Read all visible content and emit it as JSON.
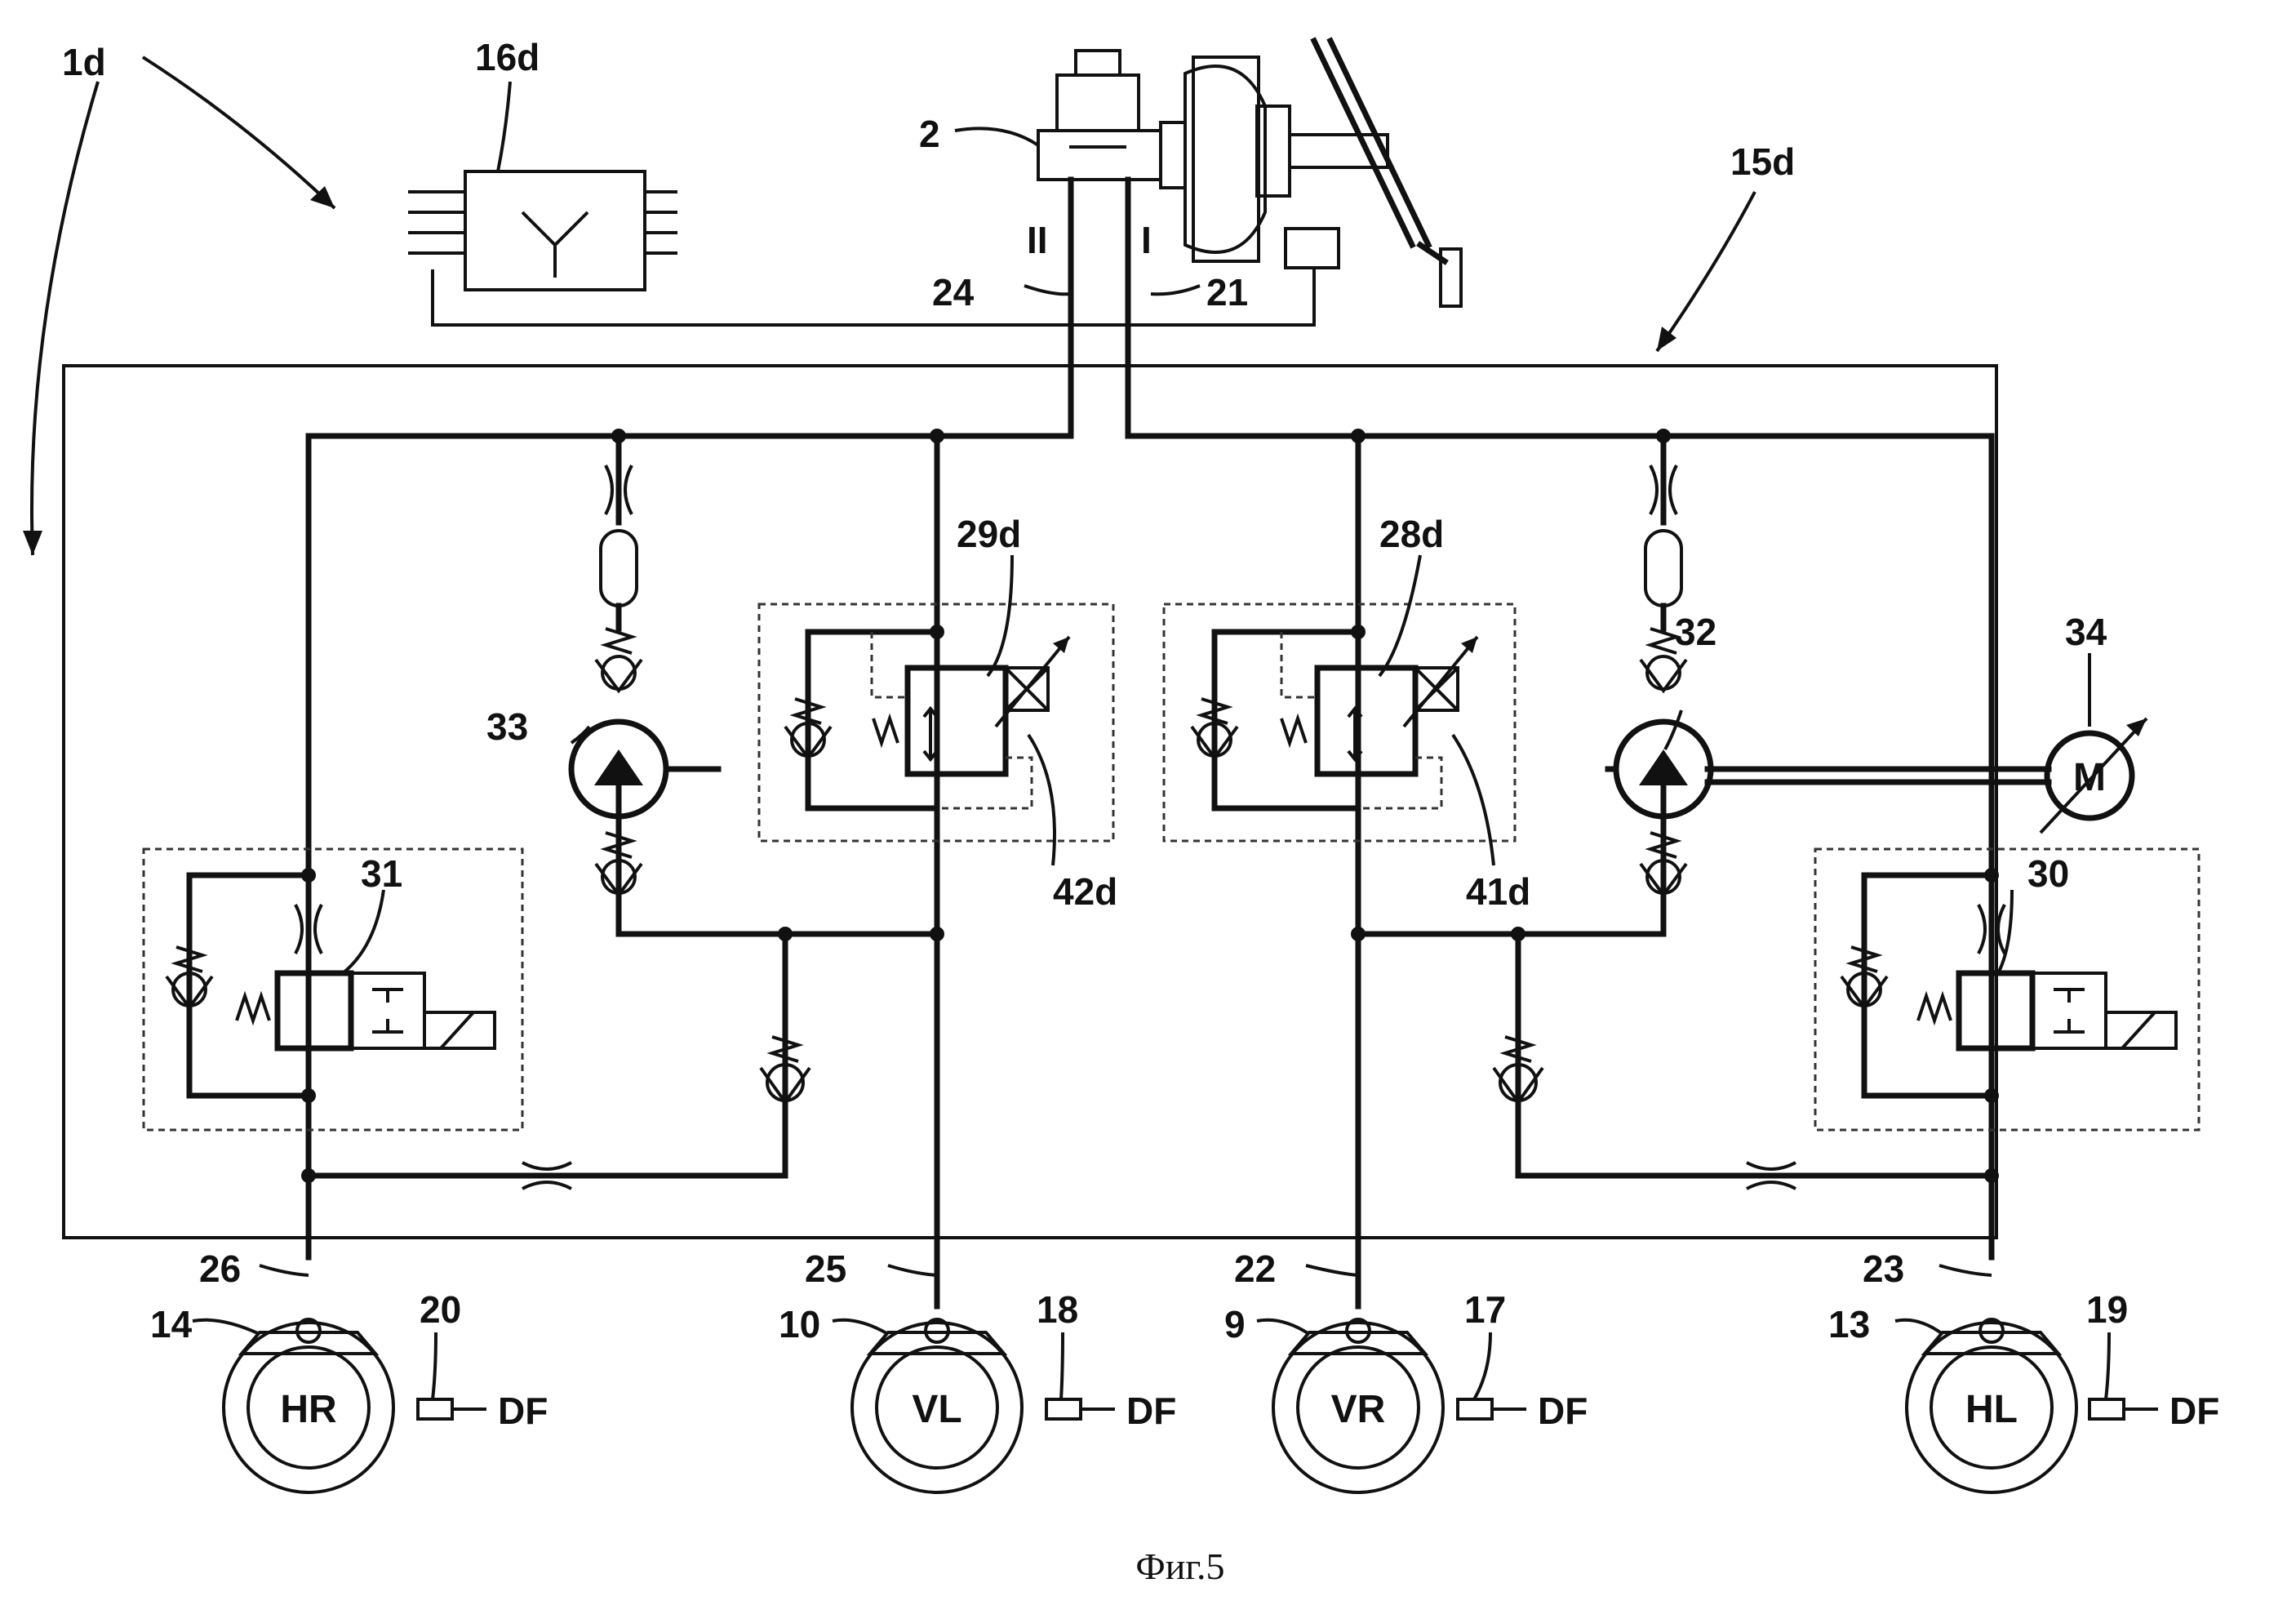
{
  "labels": {
    "system": "1d",
    "controller": "16d",
    "master_cylinder": "2",
    "unit": "15d",
    "circuit_II": "II",
    "circuit_I": "I",
    "line_24": "24",
    "line_21": "21",
    "valve_29": "29d",
    "valve_28": "28d",
    "pump_33": "33",
    "pump_32": "32",
    "motor": "34",
    "motor_symbol": "M",
    "valve_31": "31",
    "valve_30": "30",
    "sol_42": "42d",
    "sol_41": "41d",
    "line_26": "26",
    "line_25": "25",
    "line_22": "22",
    "line_23": "23",
    "brake_14": "14",
    "brake_10": "10",
    "brake_9": "9",
    "brake_13": "13",
    "sensor_20": "20",
    "sensor_18": "18",
    "sensor_17": "17",
    "sensor_19": "19"
  },
  "wheels": [
    {
      "name": "HR",
      "signal": "DF"
    },
    {
      "name": "VL",
      "signal": "DF"
    },
    {
      "name": "VR",
      "signal": "DF"
    },
    {
      "name": "HL",
      "signal": "DF"
    }
  ],
  "caption": "Фиг.5"
}
